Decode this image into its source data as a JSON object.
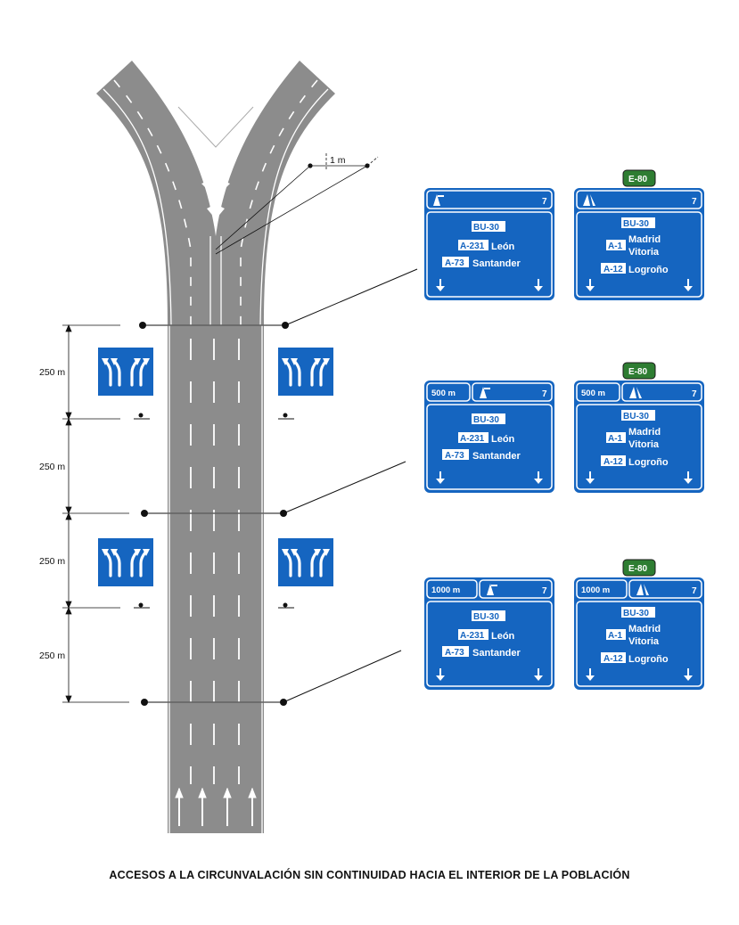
{
  "caption": "ACCESOS A LA CIRCUNVALACIÓN SIN CONTINUIDAD HACIA EL INTERIOR DE LA POBLACIÓN",
  "colors": {
    "road": "#8c8c8c",
    "sign_blue": "#1565c0",
    "euro_green": "#2e7d32",
    "line": "#111111"
  },
  "dimension_labels": {
    "offset": "1 m",
    "spacing": [
      "250 m",
      "250 m",
      "250 m",
      "250 m"
    ]
  },
  "signs": {
    "left": [
      {
        "distance": "",
        "exit": "7",
        "route1": "BU-30",
        "row2_code": "A-231",
        "row2_name": "León",
        "row3_code": "A-73",
        "row3_name": "Santander"
      },
      {
        "distance": "500 m",
        "exit": "7",
        "route1": "BU-30",
        "row2_code": "A-231",
        "row2_name": "León",
        "row3_code": "A-73",
        "row3_name": "Santander"
      },
      {
        "distance": "1000 m",
        "exit": "7",
        "route1": "BU-30",
        "row2_code": "A-231",
        "row2_name": "León",
        "row3_code": "A-73",
        "row3_name": "Santander"
      }
    ],
    "right": [
      {
        "euro": "E-80",
        "distance": "",
        "exit": "7",
        "route1": "BU-30",
        "row2_code": "A-1",
        "row2_name1": "Madrid",
        "row2_name2": "Vitoria",
        "row3_code": "A-12",
        "row3_name": "Logroño"
      },
      {
        "euro": "E-80",
        "distance": "500 m",
        "exit": "7",
        "route1": "BU-30",
        "row2_code": "A-1",
        "row2_name1": "Madrid",
        "row2_name2": "Vitoria",
        "row3_code": "A-12",
        "row3_name": "Logroño"
      },
      {
        "euro": "E-80",
        "distance": "1000 m",
        "exit": "7",
        "route1": "BU-30",
        "row2_code": "A-1",
        "row2_name1": "Madrid",
        "row2_name2": "Vitoria",
        "row3_code": "A-12",
        "row3_name": "Logroño"
      }
    ]
  }
}
